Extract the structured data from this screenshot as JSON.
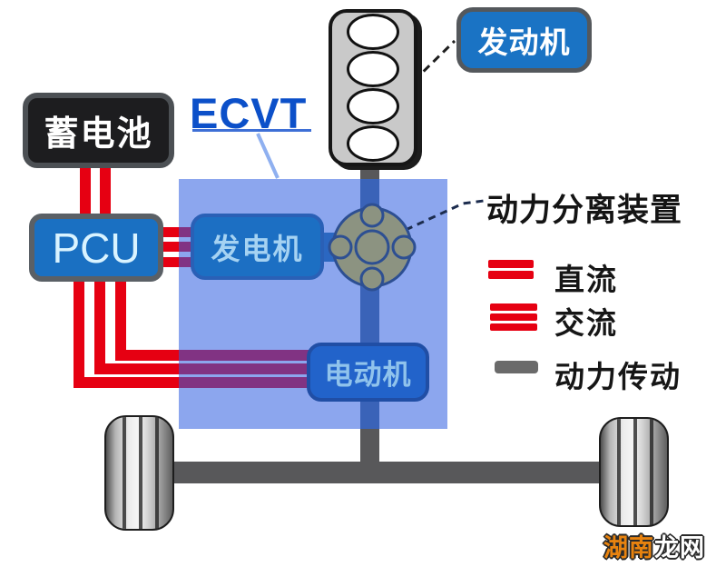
{
  "diagram": {
    "title": "ECVT",
    "battery_label": "蓄电池",
    "pcu_label": "PCU",
    "generator_label": "发电机",
    "motor_label": "电动机",
    "engine_label": "发动机",
    "power_split_label": "动力分离装置"
  },
  "legend": {
    "dc_label": "直流",
    "ac_label": "交流",
    "power_label": "动力传动"
  },
  "watermark": {
    "left_part": "湖南",
    "right_part": "龙网"
  },
  "colors": {
    "component_blue": "#1b70c3",
    "wire_red": "#e60012",
    "wire_purple_in_region": "#84337c",
    "ecvt_region_blue": "#8ca6ee",
    "ecvt_title_blue": "#0c50c9",
    "shaft_gray": "#58585a",
    "shaft_blue_in_region": "#3a63b8",
    "gear_olive": "#8c9381",
    "legend_gray": "#6a6a6a",
    "watermark_orange": "#e8830f"
  }
}
